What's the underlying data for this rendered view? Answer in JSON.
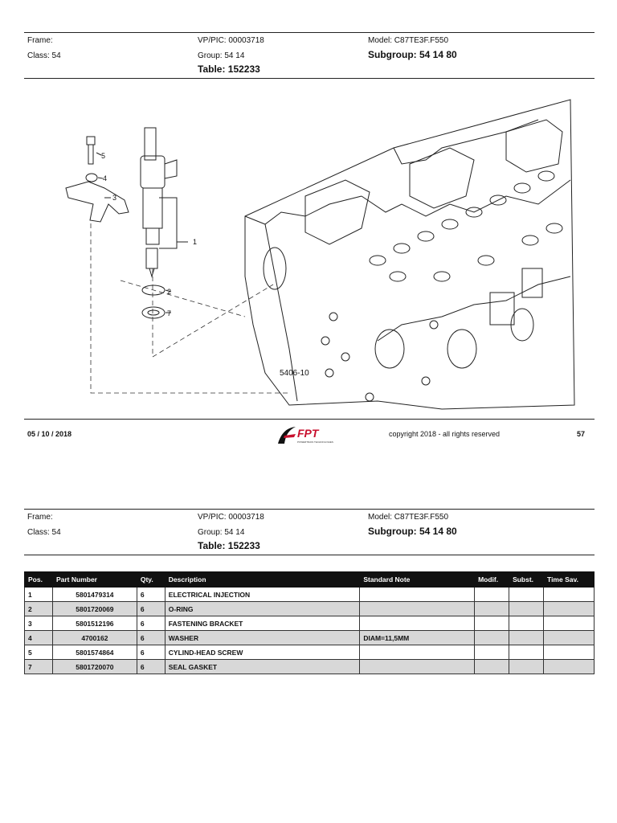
{
  "header": {
    "frame_label": "Frame:",
    "class_label": "Class: 54",
    "vp_pic": "VP/PIC: 00003718",
    "group": "Group: 54 14",
    "table": "Table: 152233",
    "model": "Model: C87TE3F.F550",
    "subgroup": "Subgroup: 54 14 80"
  },
  "diagram": {
    "ref_code": "5406-10",
    "callouts": [
      "5",
      "4",
      "3",
      "1",
      "2",
      "7"
    ]
  },
  "footer": {
    "date": "05 / 10 / 2018",
    "brand": "FPT",
    "brand_sub": "POWERTRAIN TECHNOLOGIES",
    "copyright": "copyright 2018 - all rights reserved",
    "page": "57"
  },
  "parts_table": {
    "columns": [
      "Pos.",
      "Part Number",
      "Qty.",
      "Description",
      "Standard Note",
      "Modif.",
      "Subst.",
      "Time Sav."
    ],
    "rows": [
      {
        "pos": "1",
        "part": "5801479314",
        "qty": "6",
        "desc": "ELECTRICAL INJECTION",
        "note": "",
        "modif": "",
        "subst": "",
        "time": ""
      },
      {
        "pos": "2",
        "part": "5801720069",
        "qty": "6",
        "desc": "O-RING",
        "note": "",
        "modif": "",
        "subst": "",
        "time": ""
      },
      {
        "pos": "3",
        "part": "5801512196",
        "qty": "6",
        "desc": "FASTENING BRACKET",
        "note": "",
        "modif": "",
        "subst": "",
        "time": ""
      },
      {
        "pos": "4",
        "part": "4700162",
        "qty": "6",
        "desc": "WASHER",
        "note": "DIAM=11,5MM",
        "modif": "",
        "subst": "",
        "time": ""
      },
      {
        "pos": "5",
        "part": "5801574864",
        "qty": "6",
        "desc": "CYLIND-HEAD SCREW",
        "note": "",
        "modif": "",
        "subst": "",
        "time": ""
      },
      {
        "pos": "7",
        "part": "5801720070",
        "qty": "6",
        "desc": "SEAL GASKET",
        "note": "",
        "modif": "",
        "subst": "",
        "time": ""
      }
    ]
  }
}
